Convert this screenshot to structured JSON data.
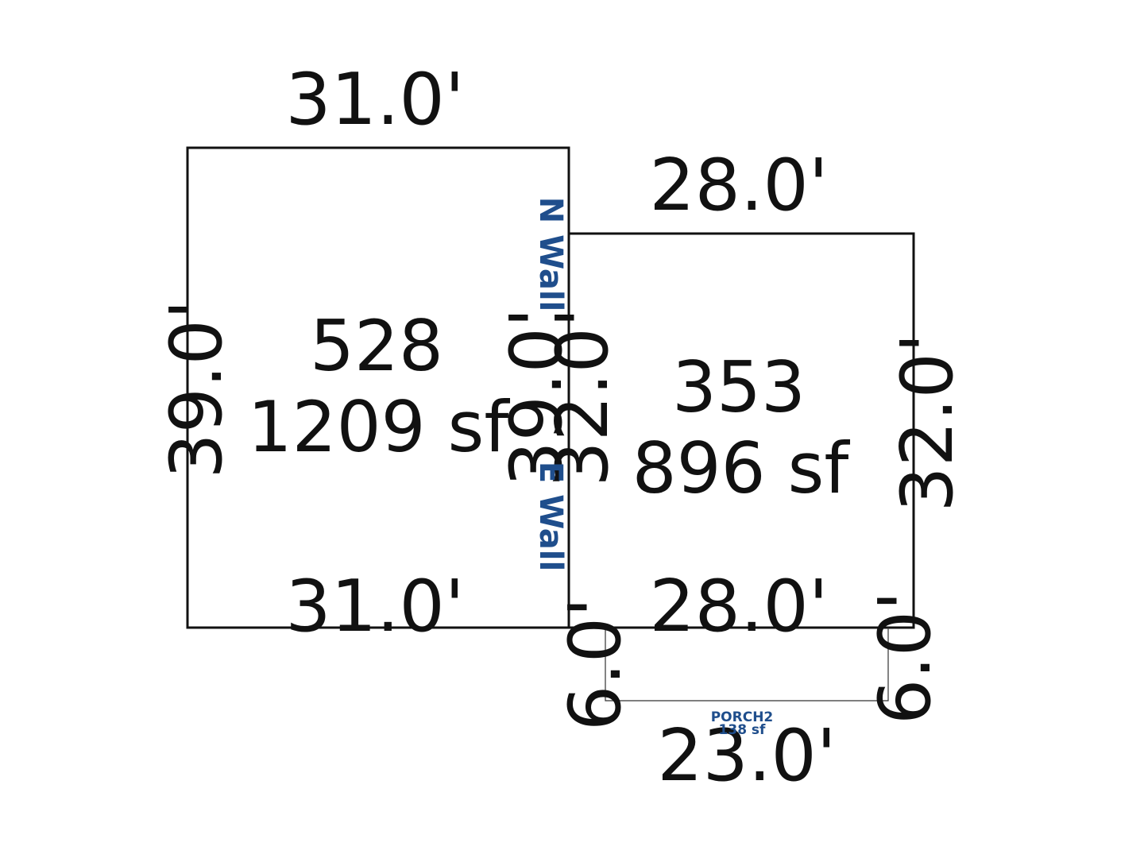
{
  "sections": [
    {
      "id": "left",
      "code": "528",
      "area": "1209 sf",
      "dims": {
        "top": "31.0'",
        "bottom": "31.0'",
        "left": "39.0'",
        "right": "39.0'"
      }
    },
    {
      "id": "right",
      "code": "353",
      "area": "896 sf",
      "dims": {
        "top": "28.0'",
        "bottom": "28.0'",
        "left": "32.0'",
        "right": "32.0'"
      }
    }
  ],
  "porch": {
    "name": "PORCH2",
    "area": "138 sf",
    "dims": {
      "bottom": "23.0'",
      "left": "6.0'",
      "right": "6.0'"
    }
  },
  "wall_labels": {
    "n": "N Wall",
    "e": "E Wall"
  },
  "colors": {
    "lines": "#111111",
    "labels": "#1f4e8c"
  }
}
